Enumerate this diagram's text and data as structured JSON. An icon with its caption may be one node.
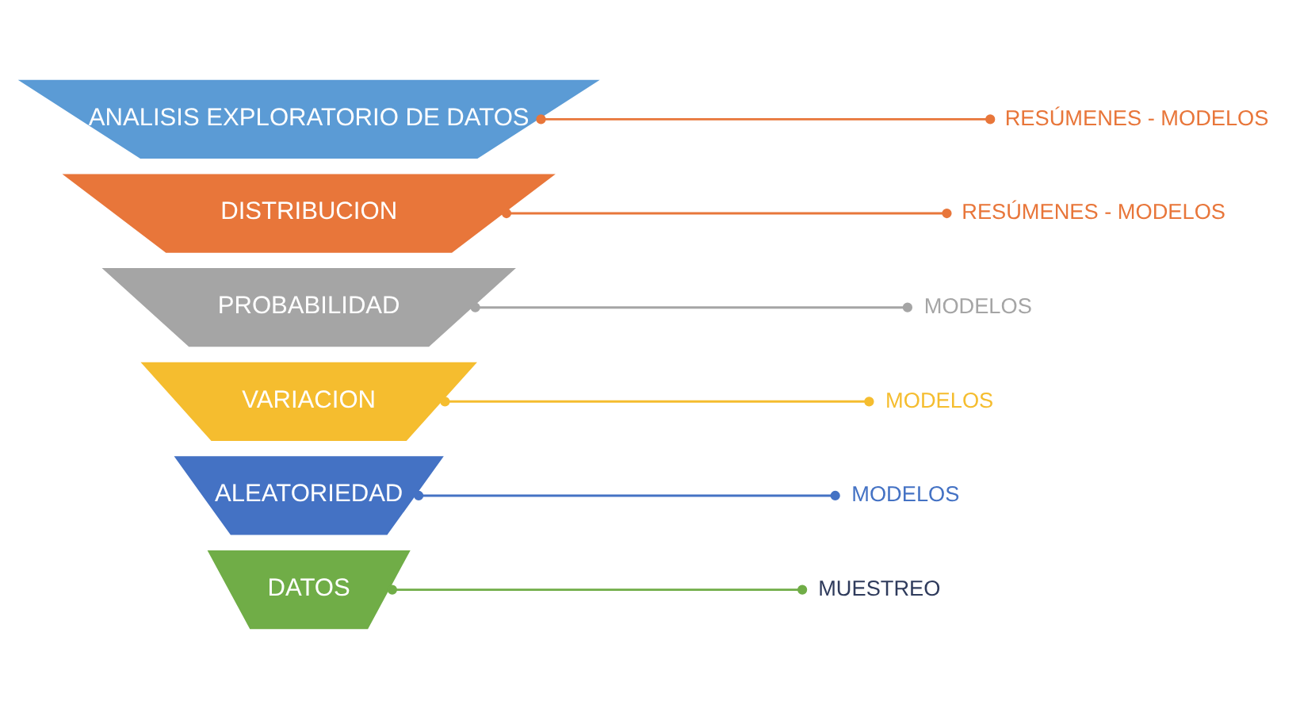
{
  "diagram": {
    "nodes": [
      {
        "text": [
          "ANALISIS EXPLORATORIO DE DATOS"
        ]
      },
      {
        "text": [
          "DISTRIBUCION"
        ]
      },
      {
        "text": [
          "PROBABILIDAD"
        ]
      },
      {
        "text": [
          "VARIACION"
        ]
      },
      {
        "text": [
          "ALEATORIEDAD"
        ]
      },
      {
        "text": [
          "DATOS"
        ]
      },
      {
        "text": [
          "RESÚMENES - MODELOS"
        ]
      },
      {
        "text": [
          "RESÚMENES - MODELOS"
        ]
      },
      {
        "text": [
          "MODELOS"
        ]
      },
      {
        "text": [
          "MODELOS"
        ]
      },
      {
        "text": [
          "MODELOS"
        ]
      },
      {
        "text": [
          "MUESTREO"
        ]
      }
    ],
    "edges": [
      {
        "from": 0,
        "to": 6,
        "arrow": "other",
        "color": "#e8763a"
      },
      {
        "from": 1,
        "to": 7,
        "arrow": "other",
        "color": "#e8763a"
      },
      {
        "from": 2,
        "to": 8,
        "arrow": "other",
        "color": "#a5a5a5"
      },
      {
        "from": 3,
        "to": 9,
        "arrow": "other",
        "color": "#f5bd2f"
      },
      {
        "from": 4,
        "to": 10,
        "arrow": "other",
        "color": "#4472c4"
      },
      {
        "from": 5,
        "to": 11,
        "arrow": "other",
        "color": "#70ad47"
      }
    ]
  }
}
